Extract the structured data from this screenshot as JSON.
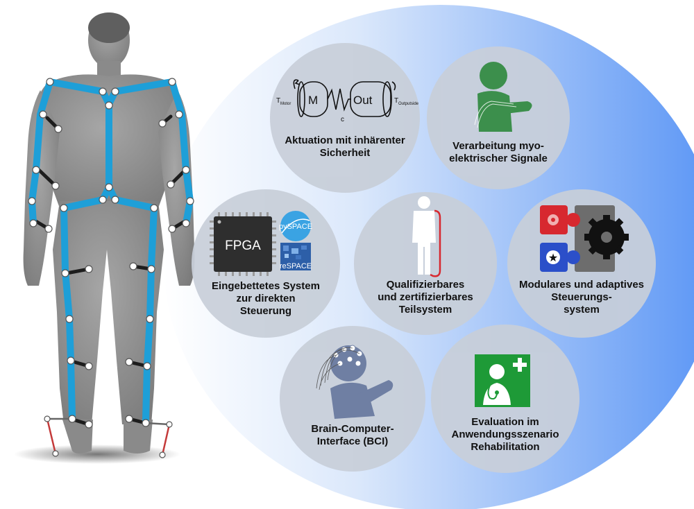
{
  "features": {
    "actuation": {
      "label": "Aktuation mit inhärenter\nSicherheit",
      "icon": "elastic-actuator-icon",
      "m": "M",
      "out": "Out",
      "c": "c",
      "t_sym1": "T",
      "t_sub1": "Motor",
      "t_sym2": "T",
      "t_sub2": "Outputside"
    },
    "myo": {
      "label": "Verarbeitung myo-\nelektrischer Signale",
      "icon": "emg-arm-person-icon"
    },
    "embedded": {
      "label": "Eingebettetes System\nzur direkten\nSteuerung",
      "icon": "fpga-chip-icon",
      "chip": "FPGA",
      "logo1": "pySPACE",
      "logo2": "reSPACE"
    },
    "qualifiable": {
      "label": "Qualifizierbares\nund zertifizierbares\nTeilsystem",
      "icon": "human-subsystem-icon"
    },
    "modular": {
      "label": "Modulares und adaptives\nSteuerungs-\nsystem",
      "icon": "puzzle-gear-icon"
    },
    "bci": {
      "label": "Brain-Computer-\nInterface (BCI)",
      "icon": "eeg-cap-person-icon"
    },
    "evaluation": {
      "label": "Evaluation im\nAnwendungsszenario\nRehabilitation",
      "icon": "doctor-stethoscope-icon"
    }
  },
  "colors": {
    "exo": "#1e9fd8",
    "body": "#8e8e8e",
    "bg_dark": "#5a95f5",
    "circle": "#c8cfd9",
    "myo_person": "#3c8f4c",
    "bci_person": "#6f7fa3",
    "evaluation_green": "#1e9a37",
    "puzzle_red": "#d7282f",
    "puzzle_blue": "#2b4fc9"
  }
}
